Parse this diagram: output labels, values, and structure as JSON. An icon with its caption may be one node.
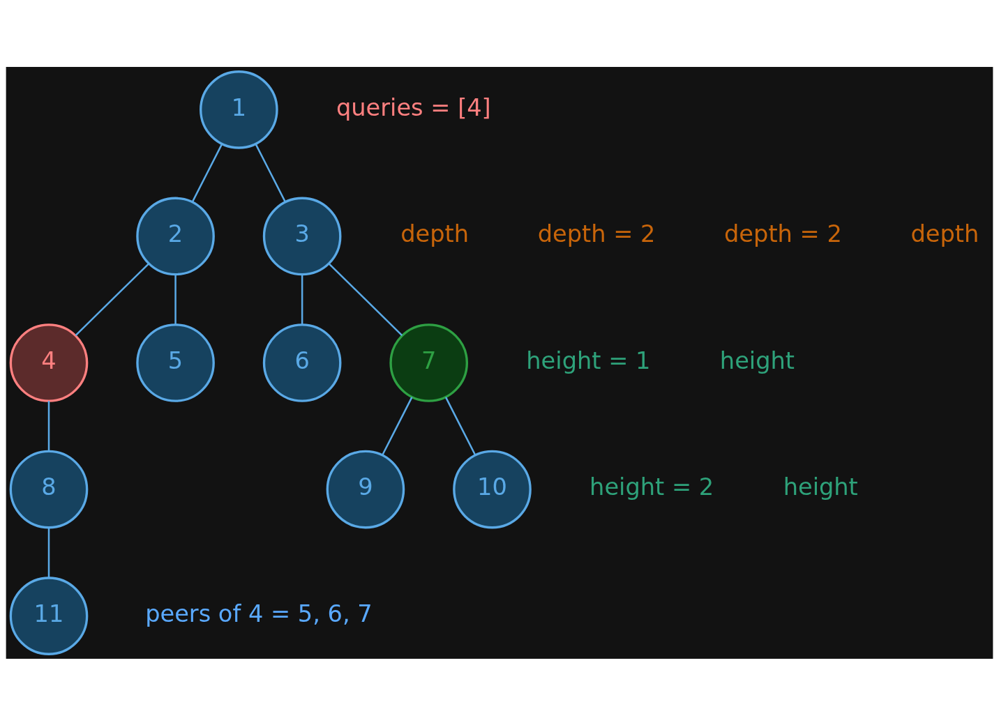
{
  "diagram": {
    "nodes": [
      {
        "text": [
          "1"
        ]
      },
      {
        "text": [
          "2"
        ]
      },
      {
        "text": [
          "3"
        ]
      },
      {
        "text": [
          "4"
        ]
      },
      {
        "text": [
          "5"
        ]
      },
      {
        "text": [
          "6"
        ]
      },
      {
        "text": [
          "7"
        ]
      },
      {
        "text": [
          "8"
        ]
      },
      {
        "text": [
          "9"
        ]
      },
      {
        "text": [
          "10"
        ]
      },
      {
        "text": [
          "11"
        ]
      }
    ],
    "edges": [
      {
        "from": 0,
        "to": 1,
        "arrow": "none"
      },
      {
        "from": 0,
        "to": 2,
        "arrow": "none"
      },
      {
        "from": 1,
        "to": 3,
        "arrow": "none"
      },
      {
        "from": 1,
        "to": 4,
        "arrow": "none"
      },
      {
        "from": 2,
        "to": 5,
        "arrow": "none"
      },
      {
        "from": 2,
        "to": 6,
        "arrow": "none"
      },
      {
        "from": 3,
        "to": 7,
        "arrow": "none"
      },
      {
        "from": 6,
        "to": 8,
        "arrow": "none"
      },
      {
        "from": 6,
        "to": 9,
        "arrow": "none"
      },
      {
        "from": 7,
        "to": 10,
        "arrow": "none"
      }
    ],
    "labels": [
      "queries = [4]",
      "depth",
      "depth = 2",
      "depth = 2",
      "depth",
      "height = 1",
      "height",
      "height = 2",
      "height",
      "peers of 4 = 5, 6, 7"
    ]
  }
}
